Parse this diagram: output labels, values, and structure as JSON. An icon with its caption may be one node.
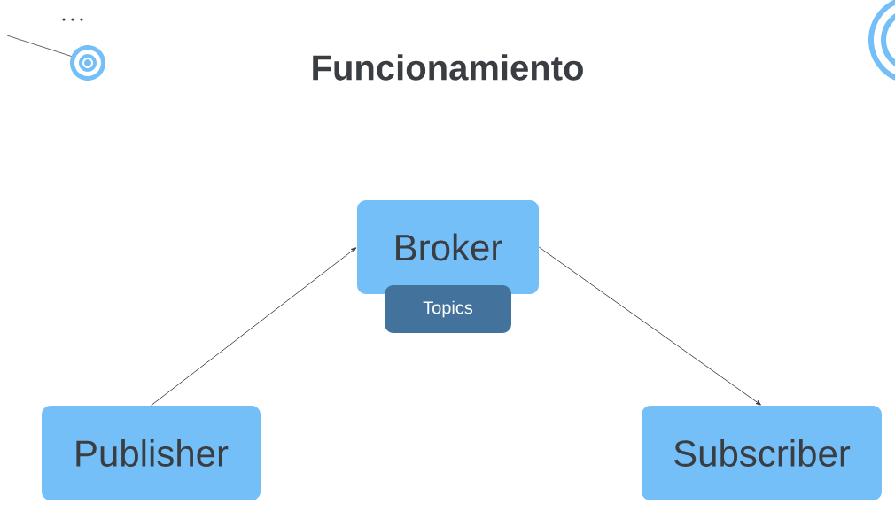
{
  "diagram": {
    "title": "Funcionamiento",
    "nodes": [
      {
        "text": [
          "Broker"
        ]
      },
      {
        "text": [
          "Topics"
        ]
      },
      {
        "text": [
          "Publisher"
        ]
      },
      {
        "text": [
          "Subscriber"
        ]
      }
    ],
    "edges": [
      {
        "from": 2,
        "to": 0,
        "arrow": "to"
      },
      {
        "from": 0,
        "to": 3,
        "arrow": "to"
      }
    ]
  }
}
